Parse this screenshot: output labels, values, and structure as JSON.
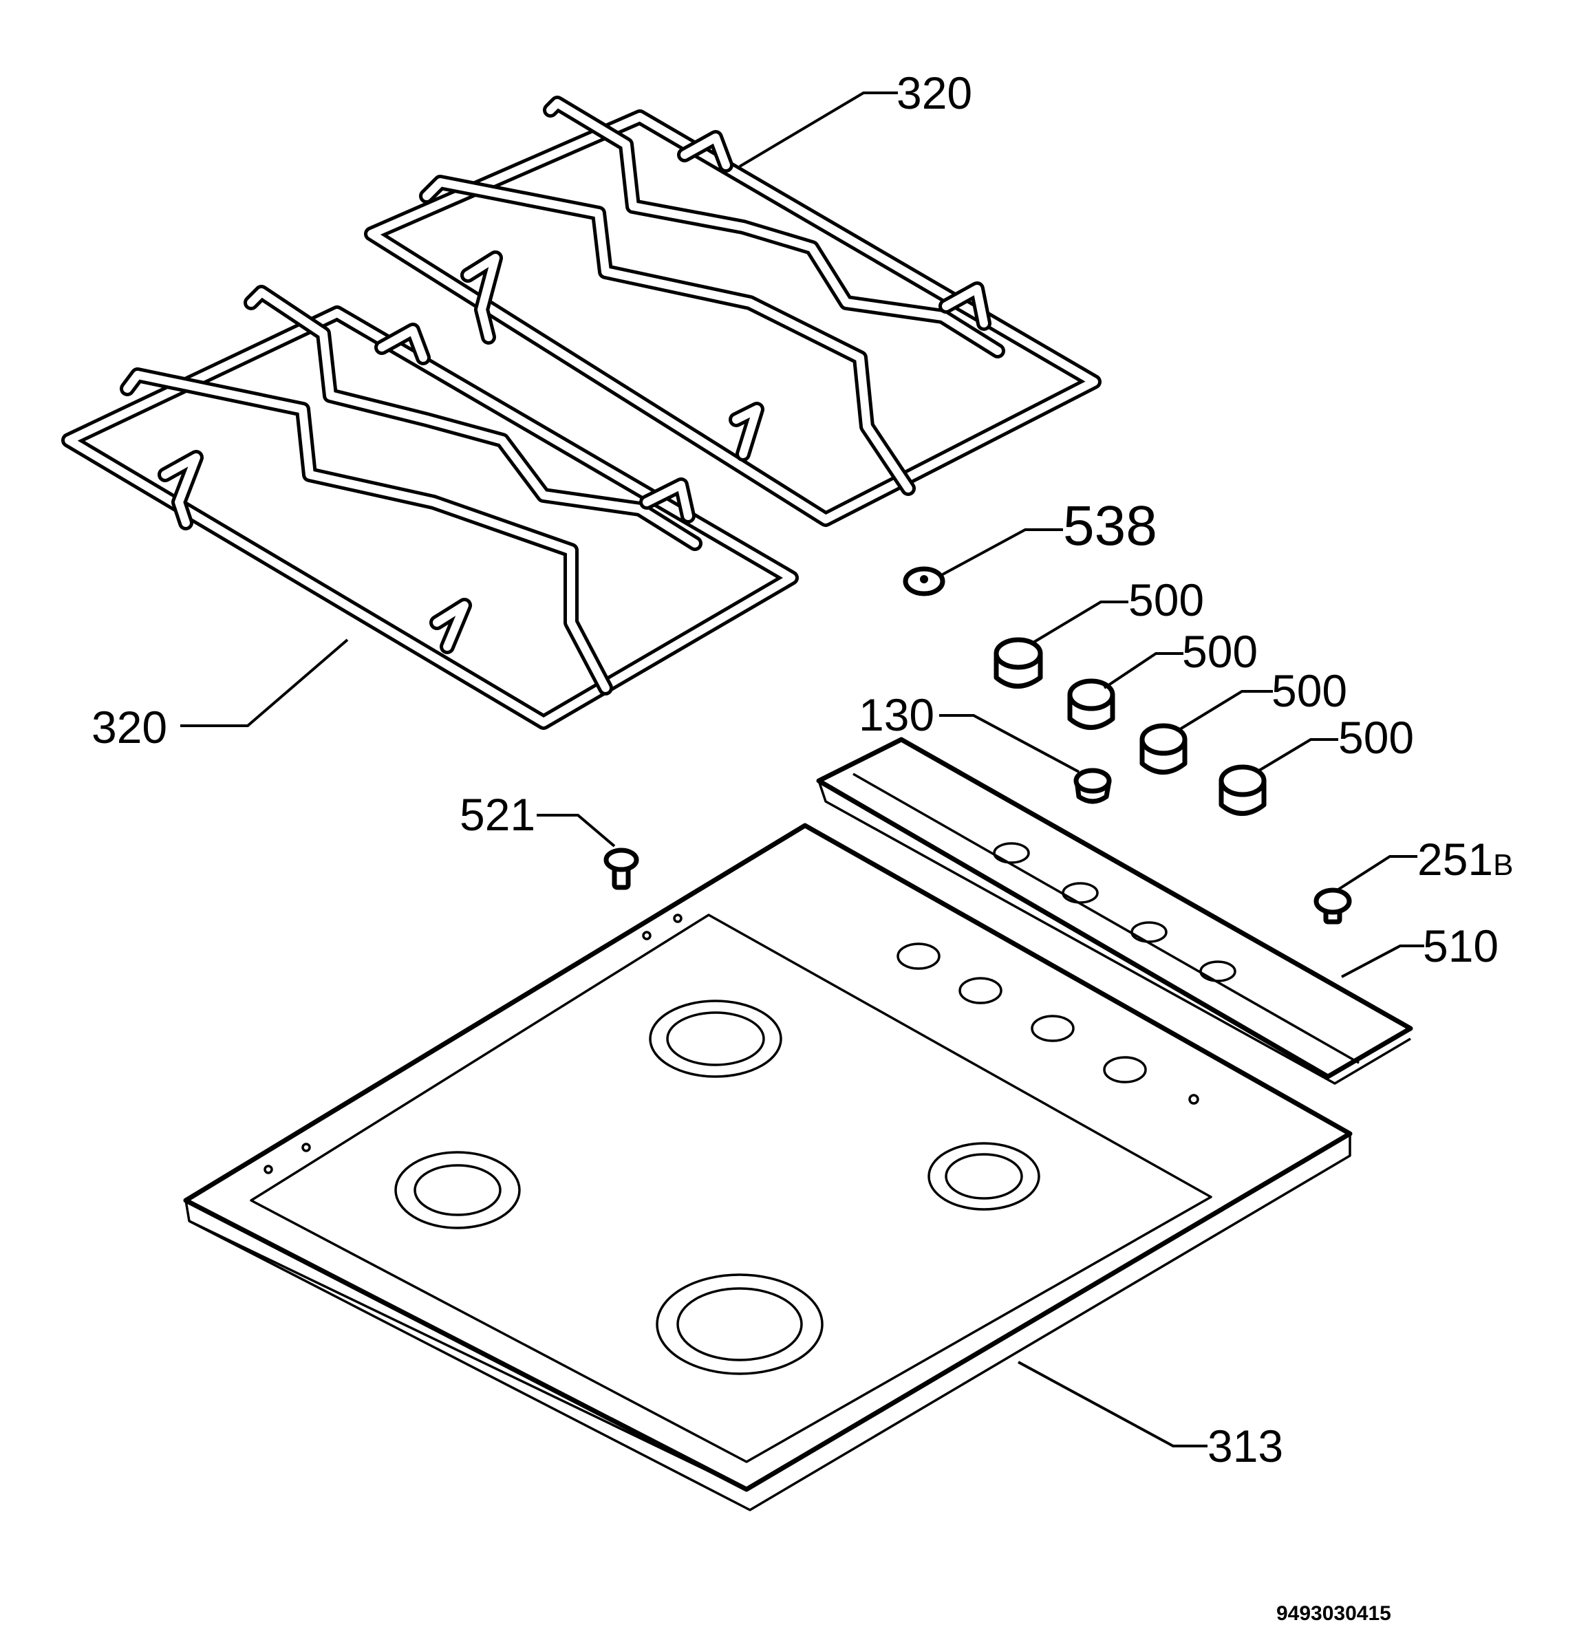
{
  "labels": {
    "grid_upper": "320",
    "grid_lower": "320",
    "thermocouple_plug": "538",
    "knob_1": "500",
    "knob_2": "500",
    "knob_3": "500",
    "knob_4": "500",
    "ignition_button": "130",
    "screw": "521",
    "gas_tap_part_number": "251",
    "gas_tap_suffix": "B",
    "control_panel": "510",
    "hob_top": "313"
  },
  "document_number": "9493030415"
}
